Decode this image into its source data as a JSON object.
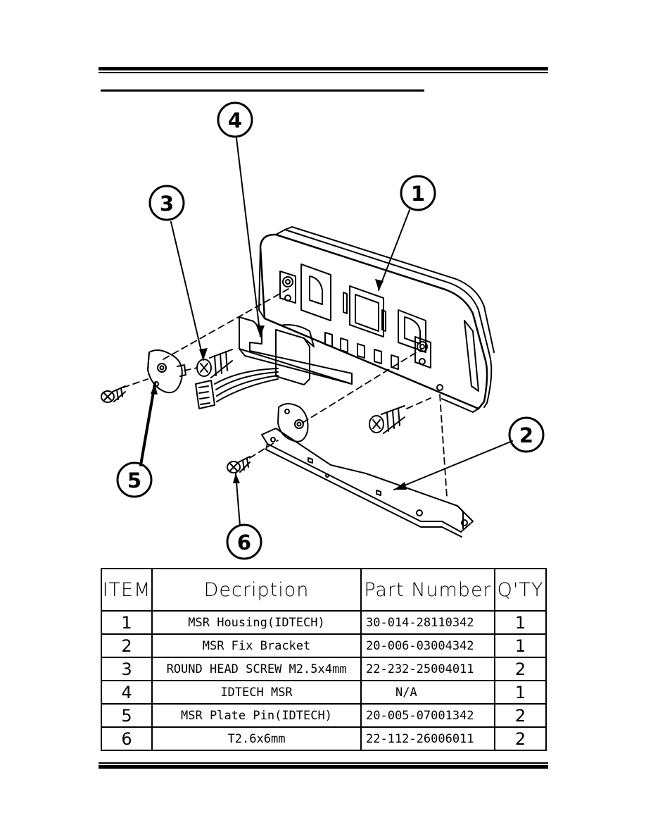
{
  "callouts": {
    "c1": "1",
    "c2": "2",
    "c3": "3",
    "c4": "4",
    "c5": "5",
    "c6": "6"
  },
  "table": {
    "headers": {
      "item": "ITEM",
      "description": "Decription",
      "part_number": "Part Number",
      "qty": "Q'TY"
    },
    "rows": [
      {
        "item": "1",
        "description": "MSR Housing(IDTECH)",
        "part_number": "30-014-28110342",
        "qty": "1"
      },
      {
        "item": "2",
        "description": "MSR Fix Bracket",
        "part_number": "20-006-03004342",
        "qty": "1"
      },
      {
        "item": "3",
        "description": "ROUND HEAD SCREW M2.5x4mm",
        "part_number": "22-232-25004011",
        "qty": "2"
      },
      {
        "item": "4",
        "description": "IDTECH MSR",
        "part_number": "N/A",
        "qty": "1"
      },
      {
        "item": "5",
        "description": "MSR Plate Pin(IDTECH)",
        "part_number": "20-005-07001342",
        "qty": "2"
      },
      {
        "item": "6",
        "description": "T2.6x6mm",
        "part_number": "22-112-26006011",
        "qty": "2"
      }
    ]
  }
}
